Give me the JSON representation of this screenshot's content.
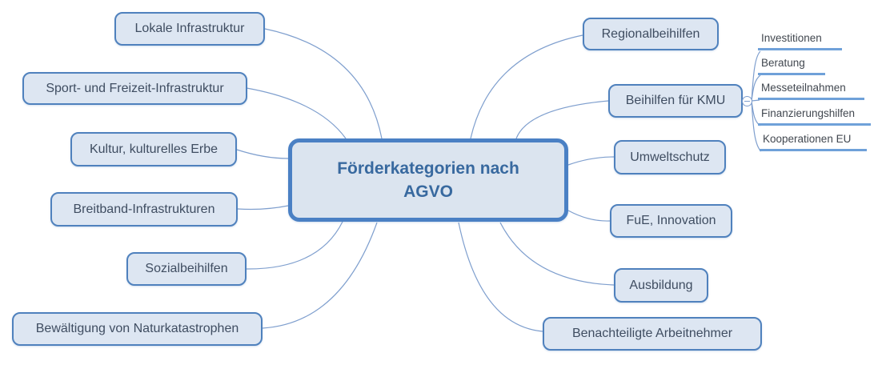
{
  "diagram": {
    "center": {
      "label": "Förderkategorien nach AGVO"
    },
    "left": [
      {
        "label": "Lokale Infrastruktur"
      },
      {
        "label": "Sport- und Freizeit-Infrastruktur"
      },
      {
        "label": "Kultur, kulturelles Erbe"
      },
      {
        "label": "Breitband-Infrastrukturen"
      },
      {
        "label": "Sozialbeihilfen"
      },
      {
        "label": "Bewältigung von Naturkatastrophen"
      }
    ],
    "right": [
      {
        "label": "Regionalbeihilfen"
      },
      {
        "label": "Beihilfen für KMU"
      },
      {
        "label": "Umweltschutz"
      },
      {
        "label": "FuE, Innovation"
      },
      {
        "label": "Ausbildung"
      },
      {
        "label": "Benachteiligte Arbeitnehmer"
      }
    ],
    "kmu_children": [
      {
        "label": "Investitionen"
      },
      {
        "label": "Beratung"
      },
      {
        "label": "Messeteilnahmen"
      },
      {
        "label": "Finanzierungshilfen"
      },
      {
        "label": "Kooperationen EU"
      }
    ],
    "colors": {
      "node_border": "#4f81bd",
      "node_fill": "#dde6f2",
      "center_fill": "#dbe4ef",
      "center_border": "#4a80c4",
      "center_text": "#38699f",
      "label_text": "#3f4d61",
      "connector": "#7f9fce",
      "underline": "#6fa1d9"
    }
  }
}
